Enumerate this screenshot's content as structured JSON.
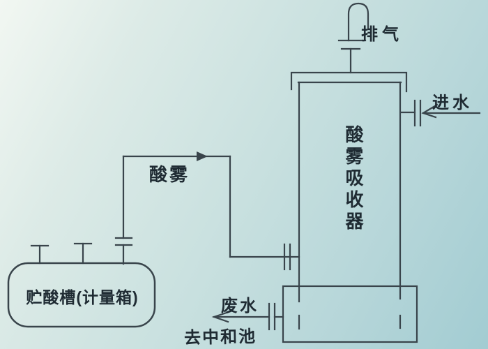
{
  "diagram": {
    "type": "process-flow-diagram",
    "labels": {
      "exhaust": "排气",
      "water_inlet": "进水",
      "absorber": "酸雾吸收器",
      "acid_mist": "酸雾",
      "storage_tank": "贮酸槽(计量箱)",
      "waste_water": "废水",
      "to_neutralization_pool": "去中和池"
    },
    "colors": {
      "line": "#39444b",
      "text": "#1f2b33",
      "paper_light": "#f2f7f2",
      "paper_mid": "#c8e0df",
      "paper_dark": "#a2ccd2"
    }
  }
}
